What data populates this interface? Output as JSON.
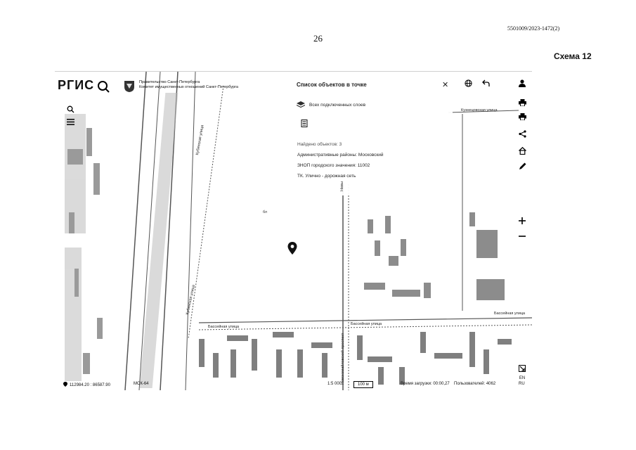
{
  "document": {
    "id": "5501009/2023-1472(2)",
    "page_number": "26",
    "scheme_label": "Схема 12"
  },
  "app": {
    "logo": "РГИС",
    "gov_line1": "Правительство Санкт-Петербурга",
    "gov_line2": "Комитет имущественных отношений Санкт-Петербурга"
  },
  "panel": {
    "title": "Список объектов в точке",
    "close": "✕",
    "layers_label": "Всех подключенных слоев",
    "found_label": "Найдено объектов: 3",
    "items": [
      "Административные районы: Московский",
      "ЗНОП городского значения: 11002",
      "ТК. Улично - дорожная сеть"
    ]
  },
  "map": {
    "streets": {
      "kubinskaya_north": "Кубинская улица",
      "kubinskaya_south": "Кубинская улица",
      "basseynaya_west": "Бассейная улица",
      "basseynaya_center": "Бассейная улица",
      "basseynaya_east": "Бассейная улица",
      "kuznetsovskaya": "Кузнецовская улица",
      "novoizmailovsky": "Новоизмайловский проспект",
      "nevy": "Невы"
    },
    "marks": {
      "bl": "бл"
    }
  },
  "status": {
    "coords": "112984.20 : 86587.90",
    "crs": "МСК-64",
    "scale": "1:5 000",
    "scale_bar": "100 м",
    "load_time": "Время загрузки: 00:00,27",
    "users": "Пользователей: 4062",
    "lang": "RU",
    "en_toggle": "EN"
  },
  "icons": {
    "search": "search-icon",
    "menu": "menu-icon",
    "layers": "layers-icon",
    "document": "document-icon",
    "globe": "globe-icon",
    "back": "back-arrow-icon",
    "user": "user-icon",
    "print": "print-icon",
    "share": "share-icon",
    "home": "home-icon",
    "edit": "pencil-icon",
    "zoom_in": "plus-icon",
    "zoom_out": "minus-icon",
    "fullscreen": "expand-icon",
    "pin": "location-pin-icon"
  }
}
